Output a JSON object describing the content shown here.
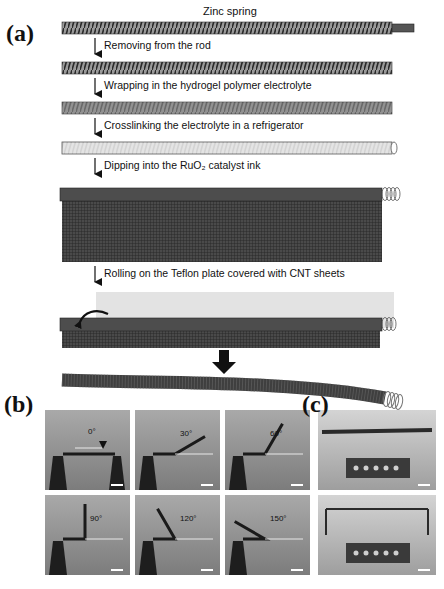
{
  "diagram": {
    "labels": [
      "(a)",
      "Zinc spring",
      "Removing from the rod",
      "Wrapping in the hydrogel polymer electrolyte",
      "Crosslinking the electrolyte in a refrigerator",
      "Dipping into the RuO₂ catalyst ink",
      "Rolling on the Teflon plate covered with CNT sheets",
      "(b)",
      "0°",
      "30°",
      "60°",
      "90°",
      "120°",
      "150°",
      "(c)"
    ]
  }
}
